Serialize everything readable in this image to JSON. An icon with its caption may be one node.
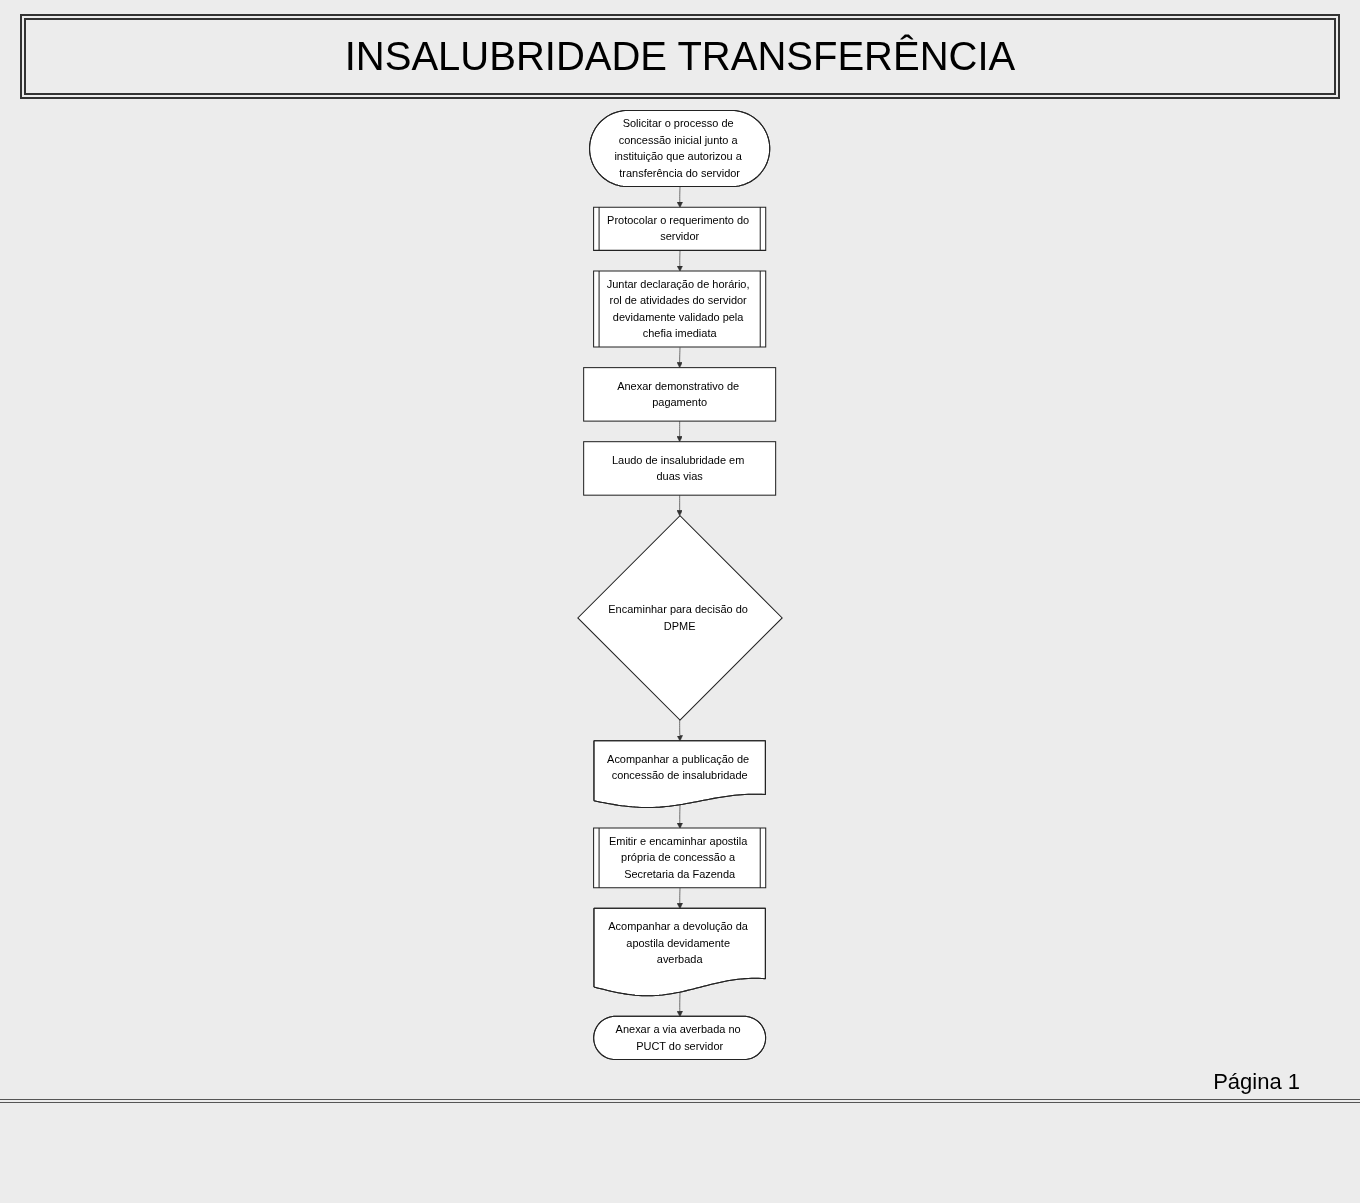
{
  "diagram": {
    "title": "INSALUBRIDADE TRANSFERÊNCIA",
    "nodes": [
      {
        "text": [
          "Solicitar o processo de concessão inicial junto a instituição que autorizou a transferência do servidor"
        ]
      },
      {
        "text": [
          "Protocolar o requerimento do servidor"
        ]
      },
      {
        "text": [
          "Juntar declaração de horário, rol de atividades do servidor devidamente validado pela chefia imediata"
        ]
      },
      {
        "text": [
          "Anexar demonstrativo de pagamento"
        ]
      },
      {
        "text": [
          "Laudo de insalubridade em duas vias"
        ]
      },
      {
        "text": [
          "Encaminhar para decisão do DPME"
        ]
      },
      {
        "text": [
          "Acompanhar a publicação de concessão de insalubridade"
        ]
      },
      {
        "text": [
          "Emitir e encaminhar apostila própria de concessão a Secretaria da Fazenda"
        ]
      },
      {
        "text": [
          "Acompanhar a devolução da apostila devidamente averbada"
        ]
      },
      {
        "text": [
          "Anexar a via averbada no PUCT do servidor"
        ]
      }
    ],
    "edges": [
      {
        "from": 0,
        "to": 1,
        "arrow": "to"
      },
      {
        "from": 1,
        "to": 2,
        "arrow": "to"
      },
      {
        "from": 2,
        "to": 3,
        "arrow": "to"
      },
      {
        "from": 3,
        "to": 4,
        "arrow": "to"
      },
      {
        "from": 4,
        "to": 5,
        "arrow": "to"
      },
      {
        "from": 5,
        "to": 6,
        "arrow": "to"
      },
      {
        "from": 6,
        "to": 7,
        "arrow": "to"
      },
      {
        "from": 7,
        "to": 8,
        "arrow": "to"
      },
      {
        "from": 8,
        "to": 9,
        "arrow": "to"
      }
    ],
    "labels": [
      "Página 1"
    ]
  }
}
